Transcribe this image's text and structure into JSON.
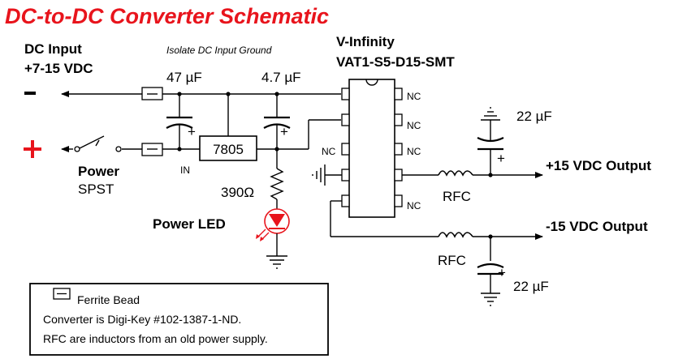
{
  "title": "DC-to-DC Converter Schematic",
  "dc_input": {
    "label": "DC Input",
    "voltage": "+7-15 VDC",
    "minus": "−",
    "plus": "+"
  },
  "isolate_note": "Isolate DC Input Ground",
  "caps": {
    "c47": "47 µF",
    "c4_7": "4.7 µF",
    "c22_top": "22 µF",
    "c22_bottom": "22 µF",
    "plus_mark": "+"
  },
  "regulator": {
    "label": "7805",
    "pin_in": "IN"
  },
  "switch": {
    "label": "Power",
    "type": "SPST"
  },
  "resistor": "390Ω",
  "led_label": "Power LED",
  "converter": {
    "brand": "V-Infinity",
    "part": "VAT1-S5-D15-SMT"
  },
  "nc": "NC",
  "inductors": {
    "top": "RFC",
    "bottom": "RFC"
  },
  "outputs": {
    "pos": "+15 VDC Output",
    "neg": "-15 VDC Output"
  },
  "legend": {
    "ferrite": "Ferrite Bead",
    "line1": "Converter is Digi-Key #102-1387-1-ND.",
    "line2": "RFC are inductors from an old power supply."
  },
  "colors": {
    "title": "#e8141c",
    "led": "#e8141c",
    "wire": "#000000"
  }
}
